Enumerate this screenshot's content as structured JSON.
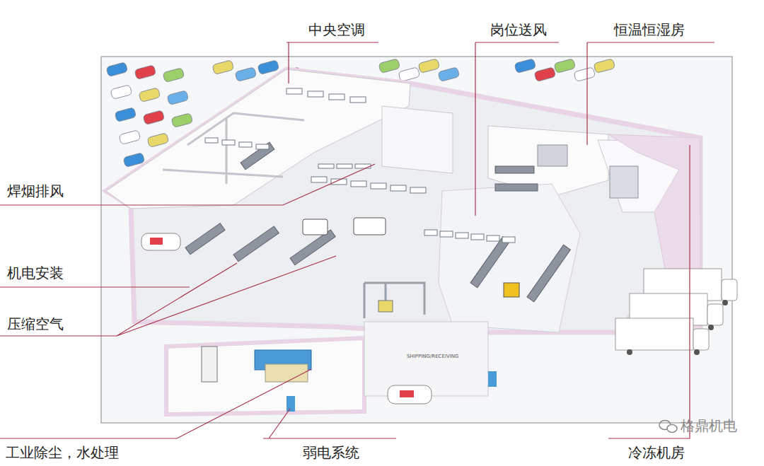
{
  "diagram": {
    "labels": [
      "中央空调",
      "岗位送风",
      "恒温恒湿房",
      "焊烟排风",
      "机电安装",
      "压缩空气",
      "工业除尘，水处理",
      "弱电系统",
      "冷冻机房",
      "格鼎机电",
      "SHIPPING/RECEIVING"
    ]
  }
}
